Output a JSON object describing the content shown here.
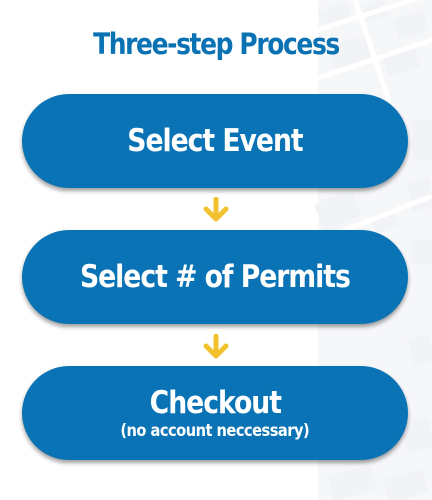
{
  "title": "Three-step Process",
  "steps": [
    {
      "label": "Select Event",
      "sub": ""
    },
    {
      "label": "Select # of Permits",
      "sub": ""
    },
    {
      "label": "Checkout",
      "sub": "(no account neccessary)"
    }
  ],
  "colors": {
    "accent": "#0a73b5",
    "title": "#0a72b3",
    "arrow": "#f2c12e",
    "map_lines": "#eef1f4"
  },
  "icons": [
    "down-arrow-icon",
    "down-arrow-icon"
  ]
}
